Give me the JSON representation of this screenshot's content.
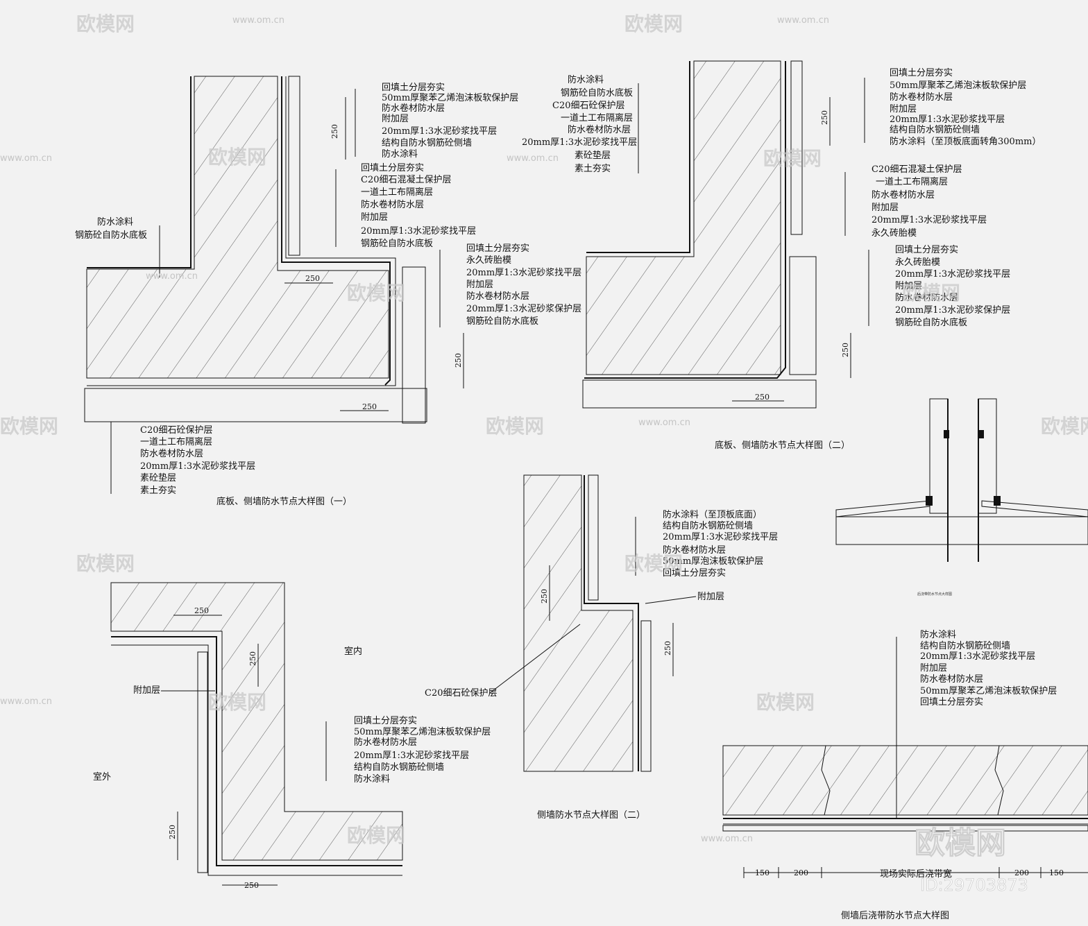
{
  "watermark": {
    "brand": "欧模网",
    "url": "www.om.cn",
    "corner_brand": "欧模网",
    "corner_id": "ID:29703873"
  },
  "detail1": {
    "title": "底板、侧墙防水节点大样图（一）",
    "labels_a": [
      "回填土分层夯实",
      "50mm厚聚苯乙烯泡沫板软保护层",
      "防水卷材防水层",
      "附加层",
      "20mm厚1:3水泥砂浆找平层",
      "结构自防水钢筋砼侧墙",
      "防水涂料"
    ],
    "labels_b": [
      "回填土分层夯实",
      "C20细石混凝土保护层",
      "一道土工布隔离层",
      "防水卷材防水层",
      "附加层",
      "20mm厚1:3水泥砂浆找平层",
      "钢筋砼自防水底板"
    ],
    "labels_c": [
      "回填土分层夯实",
      "永久砖胎模",
      "20mm厚1:3水泥砂浆找平层",
      "附加层",
      "防水卷材防水层",
      "20mm厚1:3水泥砂浆保护层",
      "钢筋砼自防水底板"
    ],
    "labels_d": [
      "防水涂料",
      "钢筋砼自防水底板"
    ],
    "labels_e": [
      "C20细石砼保护层",
      "一道土工布隔离层",
      "防水卷材防水层",
      "20mm厚1:3水泥砂浆找平层",
      "素砼垫层",
      "素土夯实"
    ],
    "dims": [
      "250",
      "250",
      "250",
      "250"
    ]
  },
  "detail2": {
    "title": "底板、侧墙防水节点大样图（二）",
    "labels_a": [
      "防水涂料",
      "钢筋砼自防水底板",
      "C20细石砼保护层",
      "一道土工布隔离层",
      "防水卷材防水层",
      "20mm厚1:3水泥砂浆找平层",
      "素砼垫层",
      "素土夯实"
    ],
    "labels_b": [
      "回填土分层夯实",
      "50mm厚聚苯乙烯泡沫板软保护层",
      "防水卷材防水层",
      "附加层",
      "20mm厚1:3水泥砂浆找平层",
      "结构自防水钢筋砼侧墙",
      "防水涂料（至顶板底面转角300mm）"
    ],
    "labels_c": [
      "C20细石混凝土保护层",
      "一道土工布隔离层",
      "防水卷材防水层",
      "附加层",
      "20mm厚1:3水泥砂浆找平层",
      "永久砖胎模"
    ],
    "labels_d": [
      "回填土分层夯实",
      "永久砖胎模",
      "20mm厚1:3水泥砂浆找平层",
      "附加层",
      "防水卷材防水层",
      "20mm厚1:3水泥砂浆保护层",
      "钢筋砼自防水底板"
    ],
    "dims": [
      "250",
      "250",
      "250"
    ]
  },
  "detail3": {
    "labels": [
      "回填土分层夯实",
      "50mm厚聚苯乙烯泡沫板软保护层",
      "防水卷材防水层",
      "20mm厚1:3水泥砂浆找平层",
      "结构自防水钢筋砼侧墙",
      "防水涂料"
    ],
    "side_label": "附加层",
    "indoor": "室内",
    "outdoor": "室外",
    "dims": [
      "250",
      "250",
      "250",
      "250"
    ]
  },
  "detail4": {
    "title": "侧墙防水节点大样图（二）",
    "labels": [
      "防水涂料（至顶板底面）",
      "结构自防水钢筋砼侧墙",
      "20mm厚1:3水泥砂浆找平层",
      "防水卷材防水层",
      "50mm厚泡沫板软保护层",
      "回填土分层夯实"
    ],
    "side_label": "附加层",
    "left_label": "C20细石砼保护层",
    "dims": [
      "250",
      "250"
    ]
  },
  "detail5": {
    "title": "侧墙后浇带防水节点大样图",
    "labels": [
      "防水涂料",
      "结构自防水钢筋砼侧墙",
      "20mm厚1:3水泥砂浆找平层",
      "附加层",
      "防水卷材防水层",
      "50mm厚聚苯乙烯泡沫板软保护层",
      "回填土分层夯实"
    ],
    "center_label": "现场实际后浇带宽",
    "dims": [
      "150",
      "200",
      "200",
      "150"
    ]
  },
  "detail6": {
    "title": "后浇带防水节点大样图"
  }
}
